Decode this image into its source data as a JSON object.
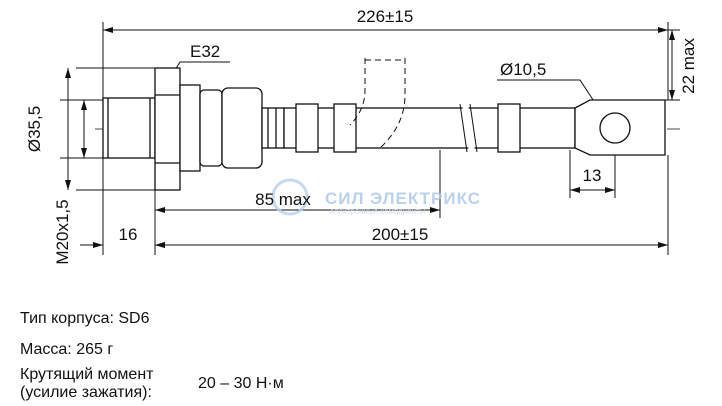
{
  "drawing": {
    "dim_total_length": "226±15",
    "dim_lug_height": "22 max",
    "label_hex": "E32",
    "dim_hole": "Ø10,5",
    "dim_flange_diameter": "Ø35,5",
    "dim_thread": "M20x1,5",
    "dim_body_max": "85 max",
    "dim_thread_length": "16",
    "dim_lead_length": "200±15",
    "dim_lug_offset": "13"
  },
  "watermark": {
    "brand": "СИЛ ЭЛЕКТРИКС",
    "tagline": "электронные компоненты"
  },
  "specs": {
    "case_label": "Тип корпуса: SD6",
    "mass_label": "Масса: 265 г",
    "torque_label_line1": "Крутящий момент",
    "torque_label_line2": "(усилие зажатия):",
    "torque_value": "20 – 30 Н·м"
  }
}
